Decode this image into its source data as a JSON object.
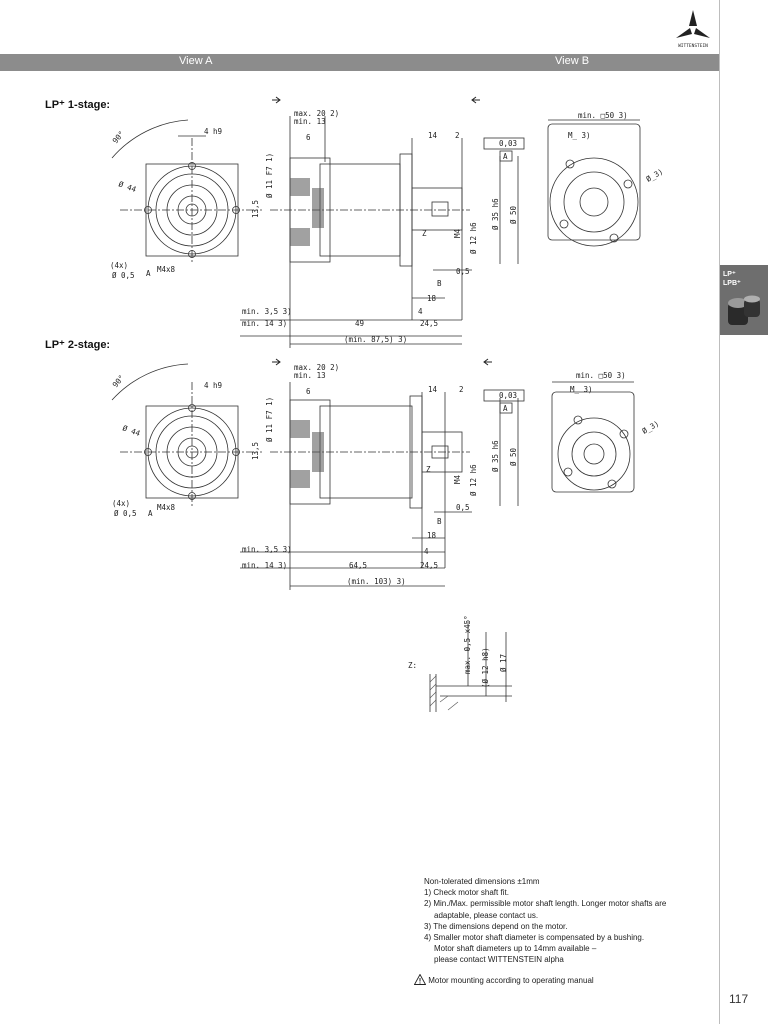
{
  "brand": {
    "name": "WITTENSTEIN"
  },
  "header": {
    "view_a": "View A",
    "view_b": "View B"
  },
  "side_tab": {
    "line1": "LP⁺",
    "line2": "LPB⁺"
  },
  "stages": {
    "one": "LP⁺ 1-stage:",
    "two": "LP⁺ 2-stage:"
  },
  "drawing1": {
    "angle": "90°",
    "dia44": "Ø 44",
    "h9": "4 h9",
    "bolt": "M4x8",
    "pattern": "(4x)",
    "position": "Ø 0,5",
    "datum": "A",
    "max20": "max. 20 2)",
    "min13": "min. 13",
    "d6": "6",
    "d11": "Ø 11 F7 1)",
    "d13_5": "13,5",
    "d14": "14",
    "d2": "2",
    "runout": "0,03",
    "d35": "Ø 35 h6",
    "d50": "Ø 50",
    "m4": "M4",
    "d12": "Ø 12 h6",
    "z": "Z",
    "d0_5": "0,5",
    "b": "B",
    "d18": "18",
    "d4": "4",
    "min3_5": "min. 3,5 3)",
    "min14": "min. 14 3)",
    "d49": "49",
    "d24_5": "24,5",
    "total": "(min. 87,5) 3)",
    "sq50": "min. □50 3)",
    "m_": "M_ 3)",
    "phi": "Ø_3)"
  },
  "drawing2": {
    "angle": "90°",
    "dia44": "Ø 44",
    "h9": "4 h9",
    "bolt": "M4x8",
    "pattern": "(4x)",
    "position": "Ø 0,5",
    "datum": "A",
    "max20": "max. 20 2)",
    "min13": "min. 13",
    "d6": "6",
    "d11": "Ø 11 F7 1)",
    "d13_5": "13,5",
    "d14": "14",
    "d2": "2",
    "runout": "0,03",
    "d35": "Ø 35 h6",
    "d50": "Ø 50",
    "m4": "M4",
    "d12": "Ø 12 h6",
    "z": "Z",
    "d0_5": "0,5",
    "b": "B",
    "d18": "18",
    "d4": "4",
    "min3_5": "min. 3,5 3)",
    "min14": "min. 14 3)",
    "d64_5": "64,5",
    "d24_5": "24,5",
    "total": "(min. 103) 3)",
    "sq50": "min. □50 3)",
    "m_": "M_ 3)",
    "phi": "Ø_3)"
  },
  "detail_z": {
    "label": "Z:",
    "chamfer": "max. 0,5 x45°",
    "d12": "(Ø 12 h8)",
    "d17": "Ø 17"
  },
  "notes": {
    "title": "Non-tolerated dimensions ±1mm",
    "n1": "1)  Check motor shaft fit.",
    "n2a": "2)  Min./Max. permissible motor shaft length. Longer motor shafts are",
    "n2b": "adaptable, please contact us.",
    "n3": "3)  The dimensions depend on the motor.",
    "n4a": "4)  Smaller motor shaft diameter is compensated by a bushing.",
    "n4b": "Motor shaft diameters up to 14mm available –",
    "n4c": "please contact WITTENSTEIN alpha"
  },
  "warning": {
    "text": "Motor mounting according to operating manual"
  },
  "page": {
    "number": "117"
  }
}
